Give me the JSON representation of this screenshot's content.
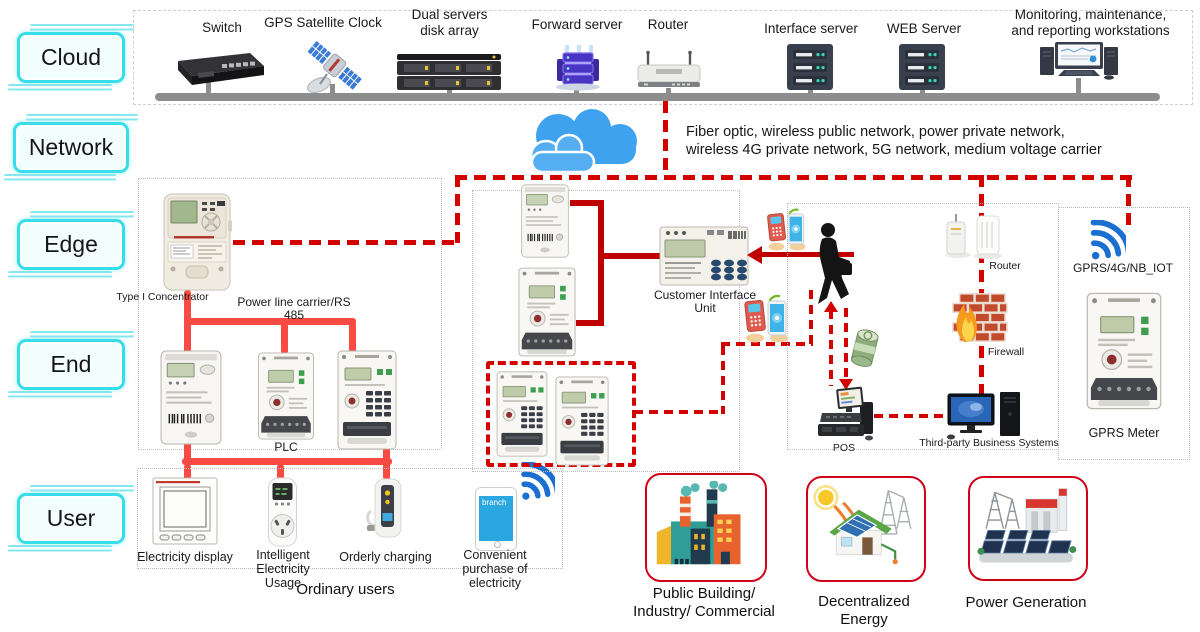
{
  "layers": {
    "cloud": "Cloud",
    "network": "Network",
    "edge": "Edge",
    "end": "End",
    "user": "User"
  },
  "cloud_row": {
    "switch": "Switch",
    "gps": "GPS Satellite Clock",
    "disk_array": "Dual servers\ndisk array",
    "forward": "Forward server",
    "router": "Router",
    "interface": "Interface server",
    "web": "WEB Server",
    "workstations": "Monitoring, maintenance,\nand reporting workstations"
  },
  "network": {
    "description": "Fiber optic, wireless public network, power private network,\nwireless 4G private network, 5G network, medium voltage carrier"
  },
  "edge": {
    "concentrator": "Type I Concentrator",
    "plc_link": "Power line carrier/RS 485",
    "plc": "PLC",
    "ciu": "Customer Interface Unit",
    "router": "Router",
    "firewall": "Firewall",
    "wireless": "GPRS/4G/NB_IOT",
    "gprs_meter": "GPRS Meter"
  },
  "end": {
    "pos": "POS",
    "third_party": "Third-party Business Systems"
  },
  "user": {
    "display": "Electricity display",
    "smart_plug": "Intelligent\nElectricity Usage",
    "charging": "Orderly charging",
    "purchase": "Convenient\npurchase of\nelectricity",
    "group": "Ordinary users",
    "phone_screen": "branch",
    "sectors": [
      {
        "label": "Public Building/\nIndustry/ Commercial"
      },
      {
        "label": "Decentralized Energy"
      },
      {
        "label": "Power Generation"
      }
    ]
  },
  "colors": {
    "dash_red": "#d40000",
    "solid_dark_red": "#c00000",
    "solid_salmon": "#f94b43",
    "label_cyan": "#37dde8",
    "cloud_blue": "#42a5ef",
    "bus_gray": "#8d8d8d"
  }
}
